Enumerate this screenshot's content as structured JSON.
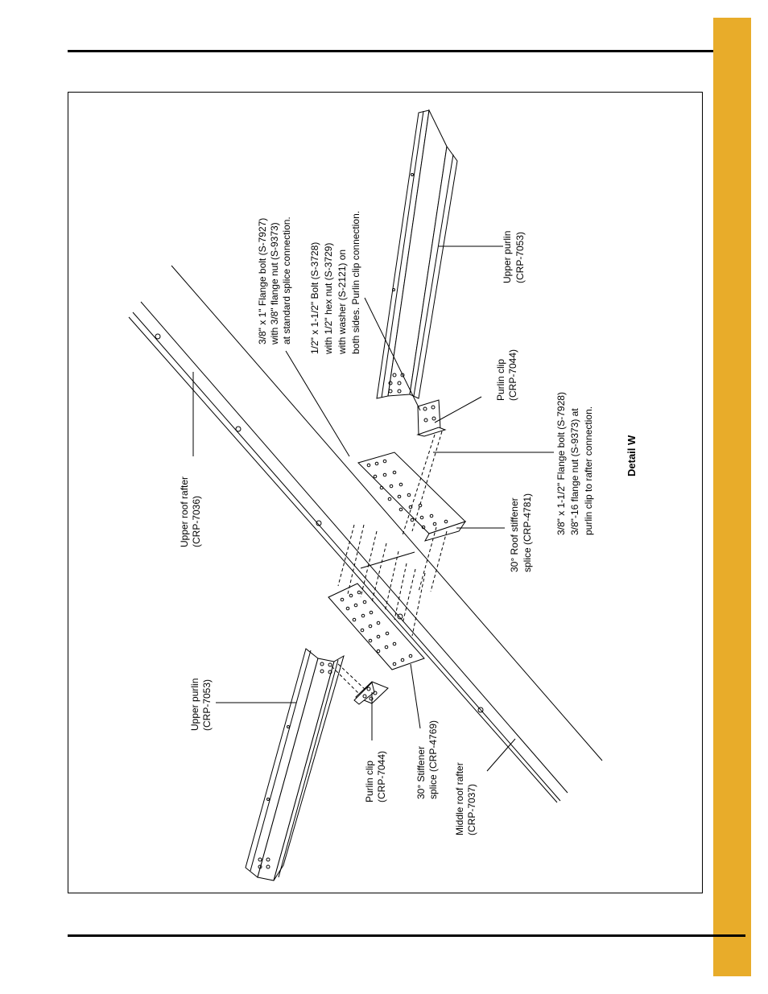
{
  "colors": {
    "tab": "#e8ac2a",
    "rule": "#000000",
    "line": "#000000"
  },
  "detail_title": "Detail W",
  "labels": {
    "upper_rafter": [
      "Upper roof rafter",
      "(CRP-7036)"
    ],
    "upper_purlin_left": [
      "Upper purlin",
      "(CRP-7053)"
    ],
    "purlin_clip_left": [
      "Purlin clip",
      "(CRP-7044)"
    ],
    "stiffener_splice": [
      "30° Stiffener",
      "splice (CRP-4769)"
    ],
    "middle_rafter": [
      "Middle roof rafter",
      "(CRP-7037)"
    ],
    "flange_bolt_splice": [
      "3/8\" x 1\" Flange bolt (S-7927)",
      "with 3/8\" flange nut (S-9373)",
      "at standard splice connection."
    ],
    "hex_bolt": [
      "1/2\" x 1-1/2\" Bolt (S-3728)",
      "with 1/2\" hex nut (S-3729)",
      "with washer (S-2121) on",
      "both sides. Purlin clip connection."
    ],
    "roof_stiffener": [
      "30° Roof stiffener",
      "splice (CRP-4781)"
    ],
    "flange_bolt_rafter": [
      "3/8\" x 1-1/2\" Flange bolt (S-7928)",
      "3/8\"-16 flange nut (S-9373) at",
      "purlin clip to rafter connection."
    ],
    "purlin_clip_right": [
      "Purlin clip",
      "(CRP-7044)"
    ],
    "upper_purlin_right": [
      "Upper purlin",
      "(CRP-7053)"
    ]
  }
}
